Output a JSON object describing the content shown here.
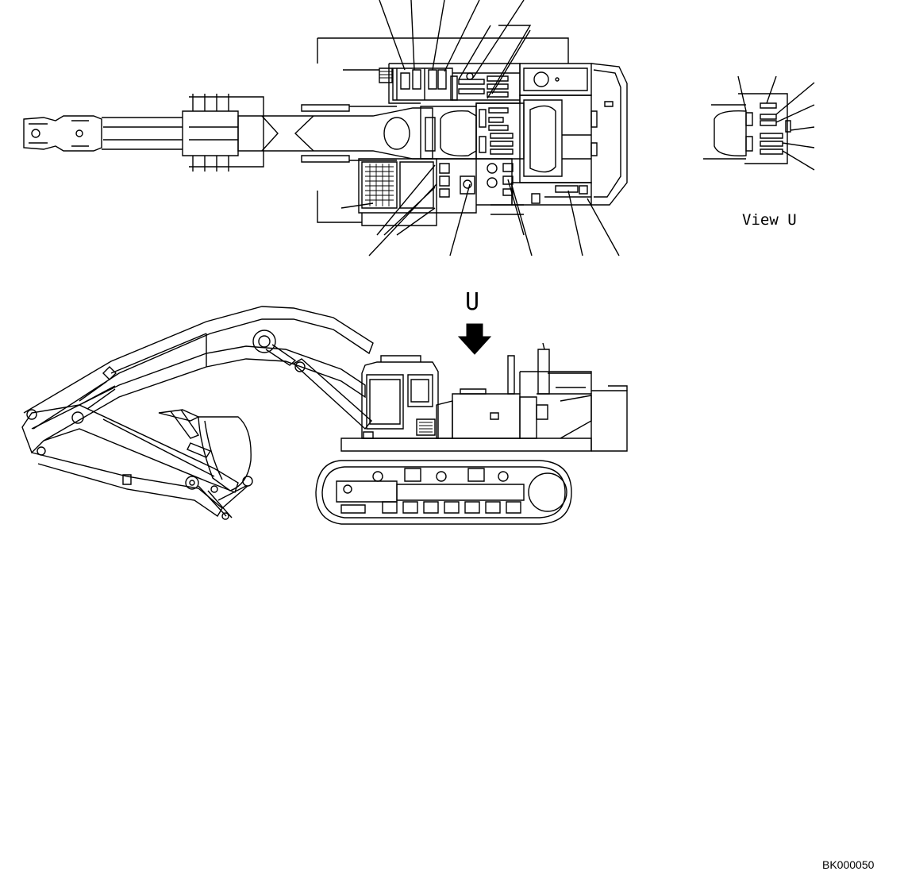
{
  "drawing": {
    "view_label": "View U",
    "direction_marker": "U",
    "drawing_id": "BK000050"
  },
  "colors": {
    "line": "#000000",
    "background": "#ffffff"
  }
}
